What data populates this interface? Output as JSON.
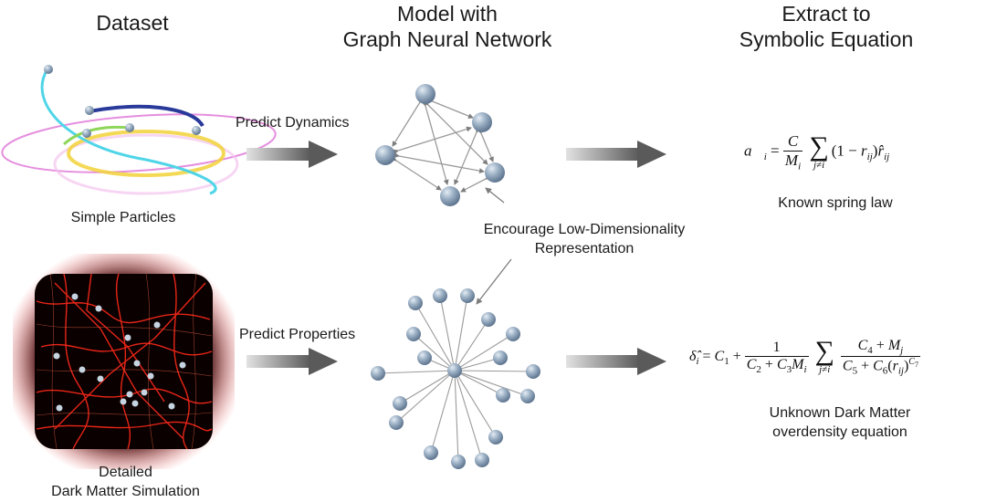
{
  "headers": {
    "dataset": "Dataset",
    "model_line1": "Model with",
    "model_line2": "Graph Neural Network",
    "extract_line1": "Extract to",
    "extract_line2": "Symbolic Equation"
  },
  "labels": {
    "simple_particles": "Simple Particles",
    "detailed_line1": "Detailed",
    "detailed_line2": "Dark Matter Simulation",
    "predict_dynamics": "Predict Dynamics",
    "predict_properties": "Predict Properties",
    "encourage_line1": "Encourage Low-Dimensionality",
    "encourage_line2": "Representation",
    "known_spring_law": "Known spring law",
    "unknown_line1": "Unknown Dark Matter",
    "unknown_line2": "overdensity equation"
  },
  "colors": {
    "node_fill": "#8ea3b8",
    "arrow_gray": "#7a7a7a",
    "edge_gray": "#9a9a9a",
    "dark_matter_bg": "#0a0000",
    "filament": "#ff2a1a"
  }
}
